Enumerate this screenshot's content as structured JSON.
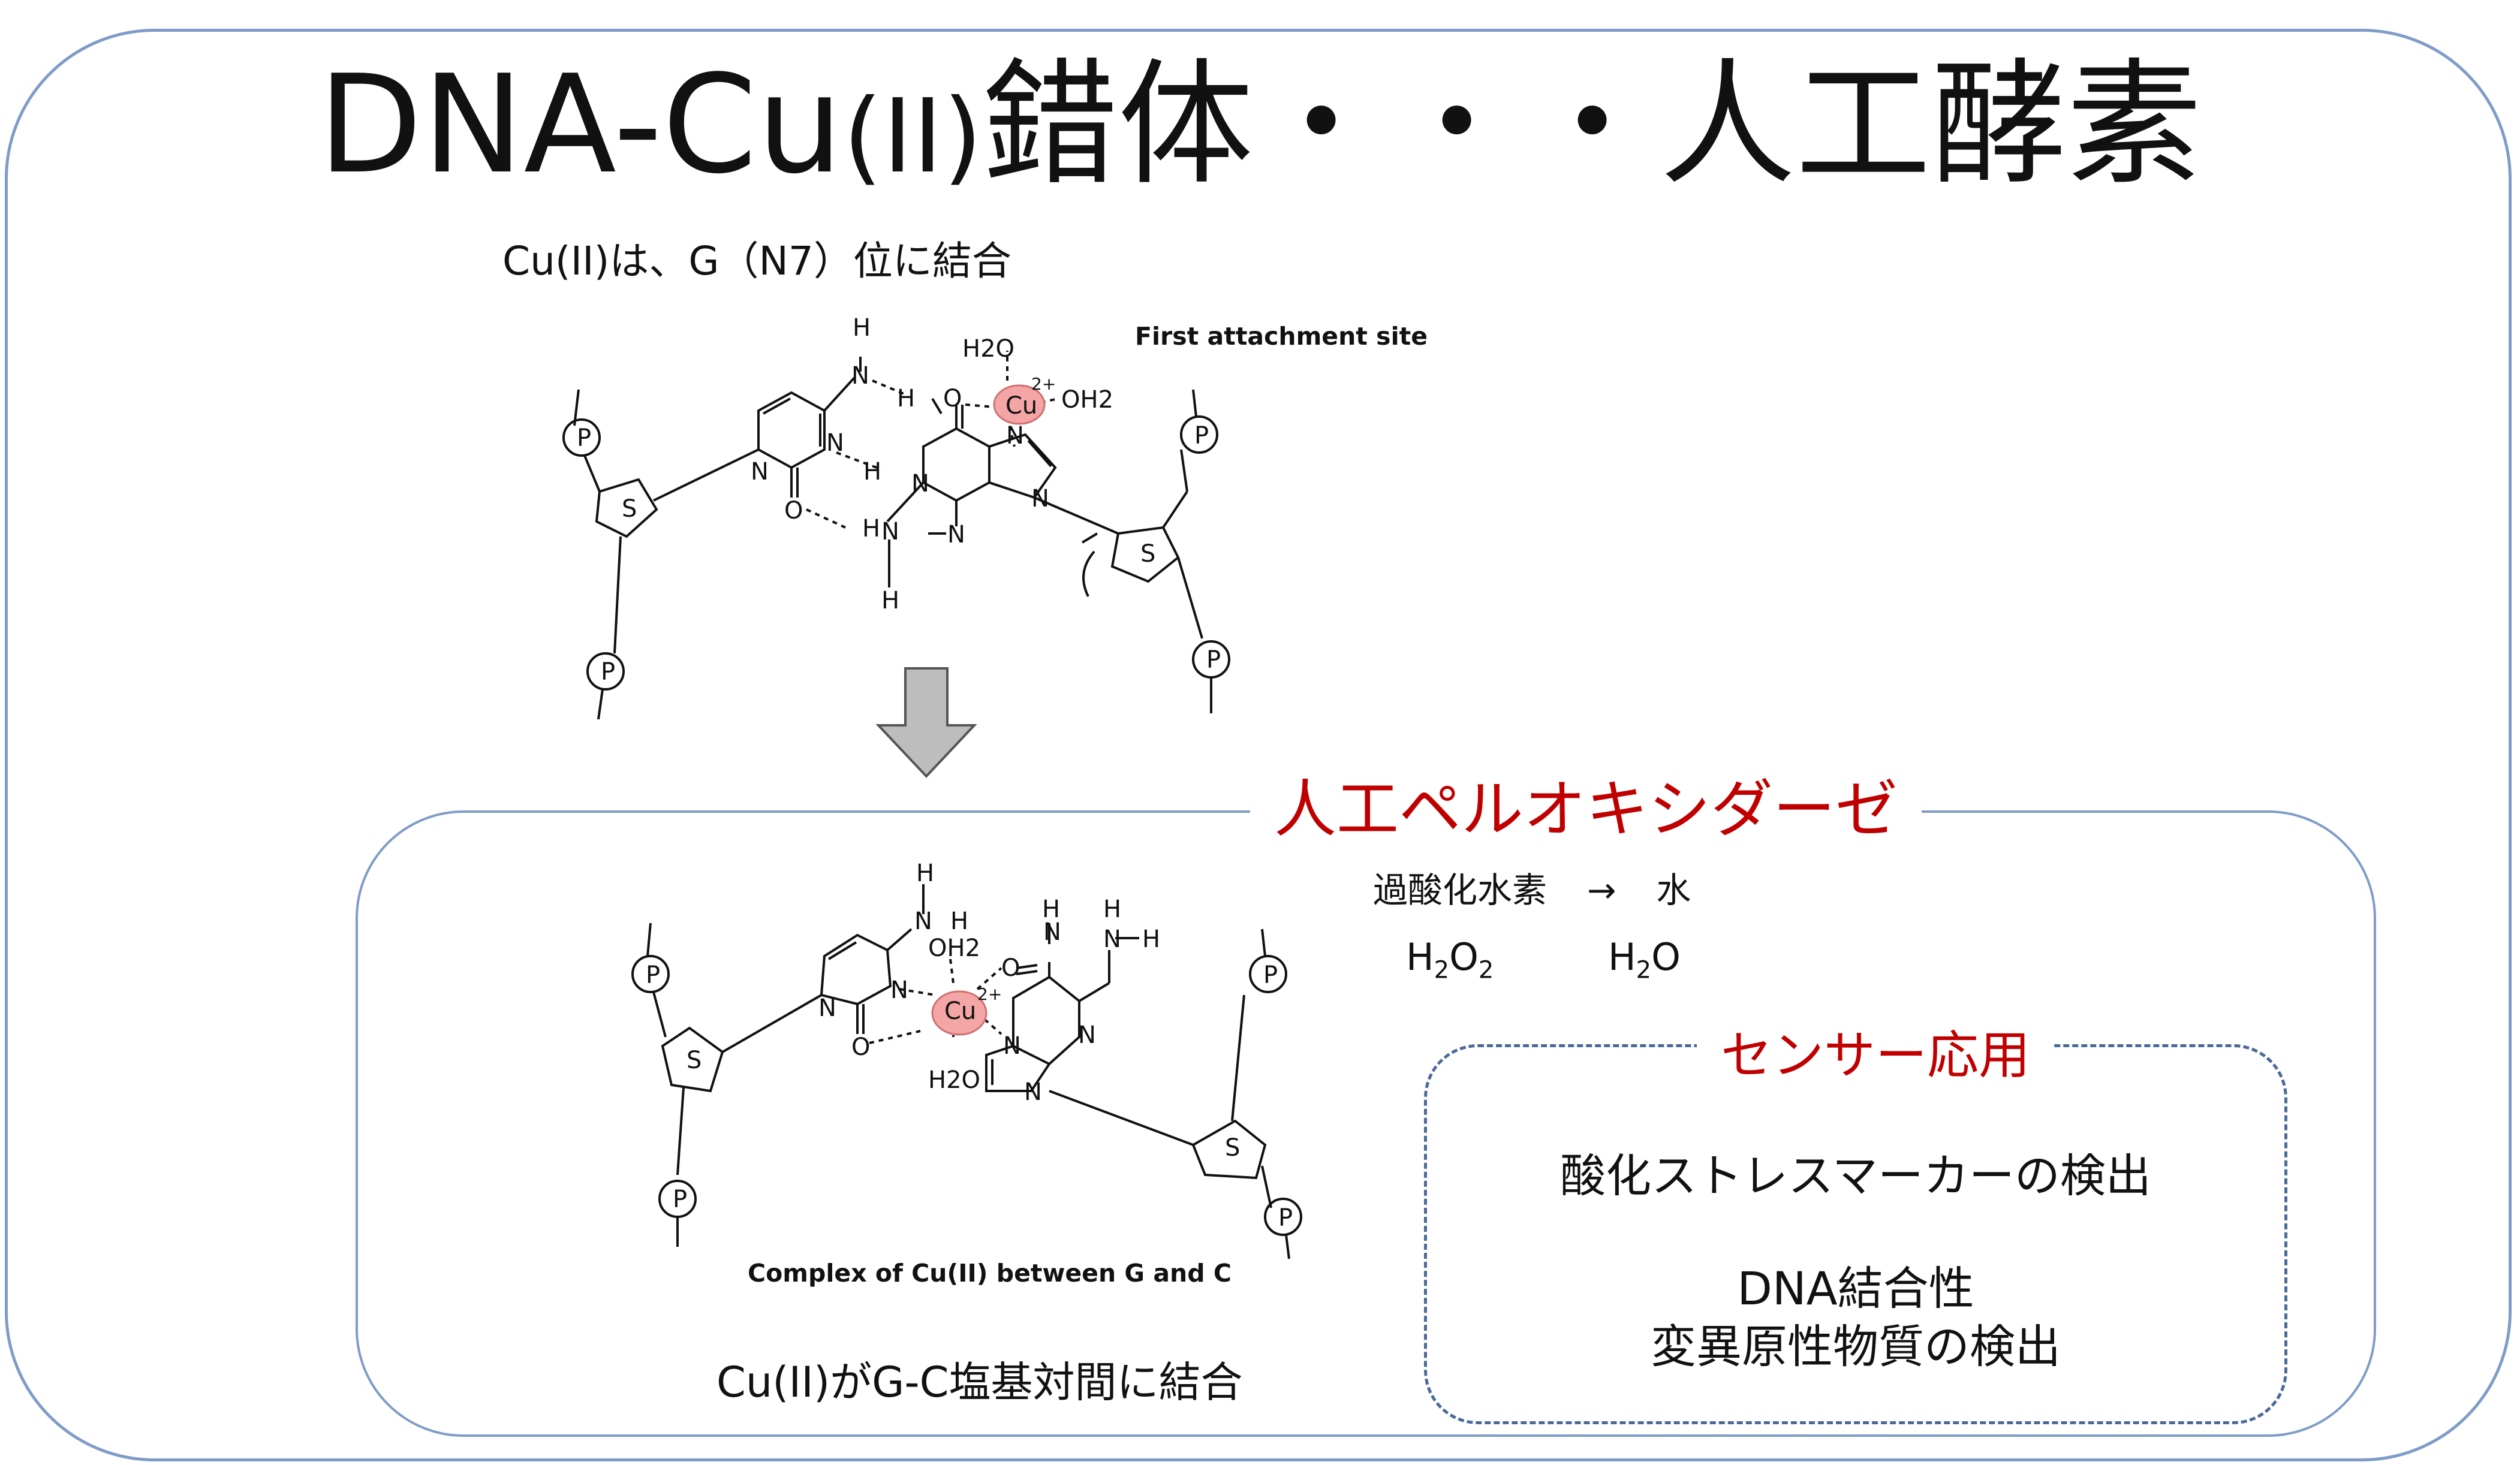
{
  "title": {
    "main": "DNA-Cu",
    "paren": "(II)",
    "rest": "錯体・・・人工酵素"
  },
  "subtitle": "Cu(II)は、G（N7）位に結合",
  "top_diagram": {
    "caption": "First attachment site",
    "atoms": {
      "h": "H",
      "n": "N",
      "o": "O",
      "s": "S",
      "p": "P",
      "cu": "Cu",
      "charge": "2+",
      "water": "H2O",
      "oh2": "OH2"
    }
  },
  "bottom_diagram": {
    "caption": "Complex of Cu(II) between G and C",
    "note": "Cu(II)がG-C塩基対間に結合"
  },
  "enzyme": {
    "heading": "人工ペルオキシダーゼ",
    "reaction": {
      "from": "過酸化水素",
      "arrow": "→",
      "to": "水"
    },
    "formula_from": {
      "h": "H",
      "h_sub": "2",
      "o": "O",
      "o_sub": "2"
    },
    "formula_to": {
      "h": "H",
      "h_sub": "2",
      "o": "O"
    }
  },
  "sensor": {
    "heading": "センサー応用",
    "item1": "酸化ストレスマーカーの検出",
    "item2a": "DNA結合性",
    "item2b": "変異原性物質の検出"
  },
  "colors": {
    "frame": "#7f9cc8",
    "accent": "#c00000",
    "copper": "#f4a6a6",
    "arrow": "#bdbdbd"
  }
}
